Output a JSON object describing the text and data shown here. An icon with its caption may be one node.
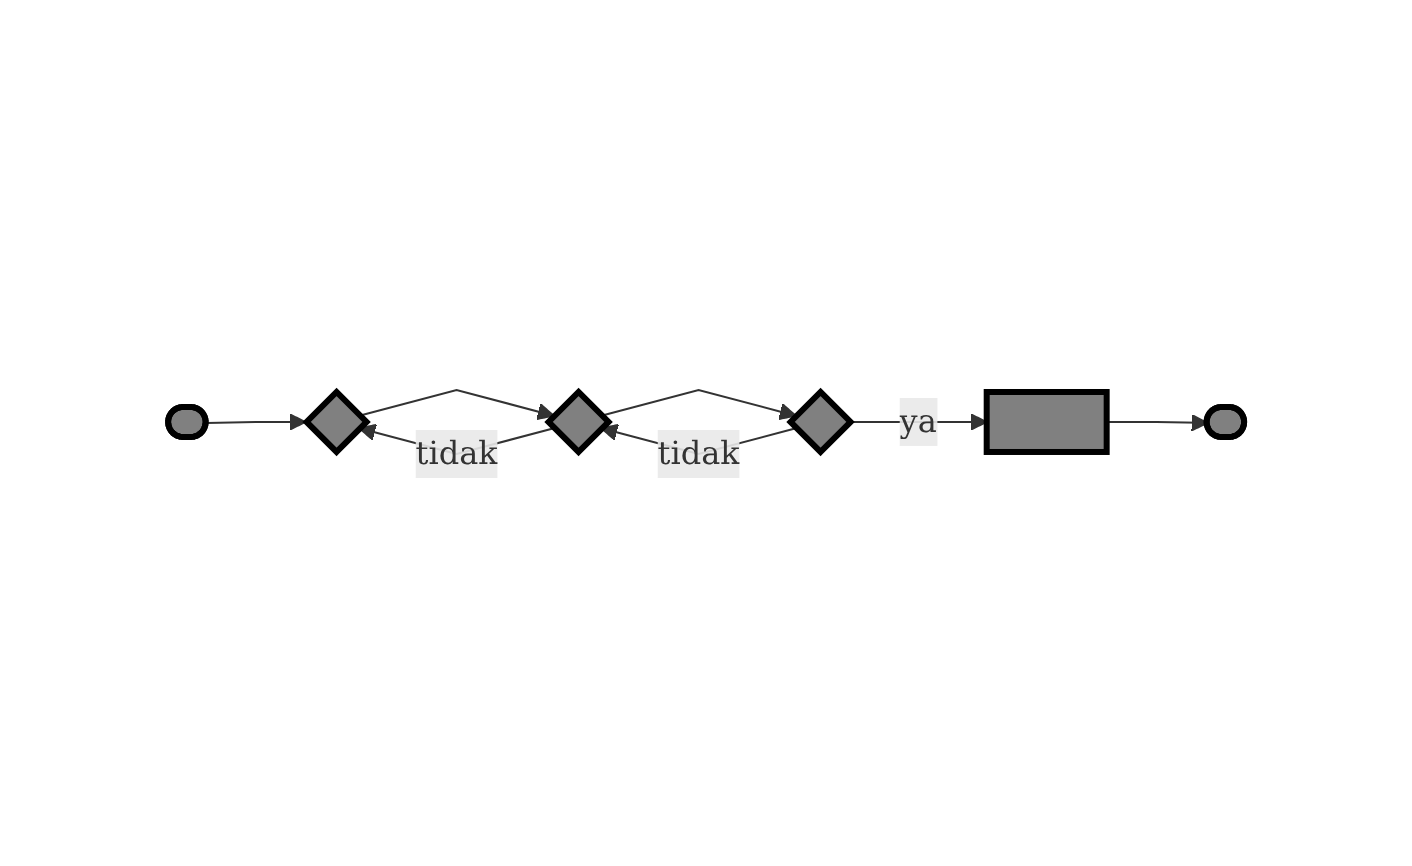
{
  "diagram": {
    "nodes": [
      {
        "text": [],
        "shape": "stadium"
      },
      {
        "text": [],
        "shape": "diamond"
      },
      {
        "text": [],
        "shape": "diamond"
      },
      {
        "text": [],
        "shape": "diamond"
      },
      {
        "text": [],
        "shape": "box"
      },
      {
        "text": [],
        "shape": "stadium"
      }
    ],
    "edges": [
      {
        "from": 0,
        "to": 1,
        "arrow": "to"
      },
      {
        "from": 1,
        "to": 2,
        "arrow": "to"
      },
      {
        "from": 2,
        "to": 1,
        "arrow": "to",
        "label": "tidak"
      },
      {
        "from": 2,
        "to": 3,
        "arrow": "to"
      },
      {
        "from": 3,
        "to": 2,
        "arrow": "to",
        "label": "tidak"
      },
      {
        "from": 3,
        "to": 4,
        "arrow": "to",
        "label": "ya"
      },
      {
        "from": 4,
        "to": 5,
        "arrow": "to"
      }
    ]
  }
}
